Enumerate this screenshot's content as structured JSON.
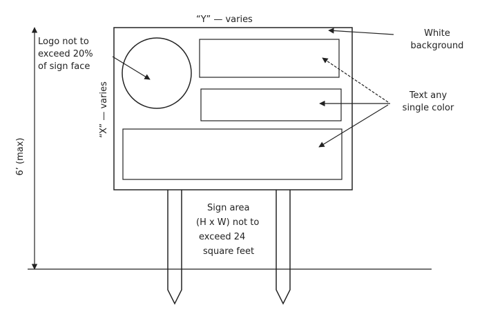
{
  "labels": {
    "y_dimension": "“Y” — varies",
    "x_dimension": "“X” — varies",
    "height_dimension": "6’ (max)",
    "logo_note": [
      "Logo not to",
      "exceed 20%",
      "of sign face"
    ],
    "background_note": [
      "White",
      "background"
    ],
    "text_color_note": [
      "Text any",
      "single color"
    ],
    "sign_area_note": [
      "Sign area",
      "(H x W) not to",
      "exceed 24",
      "square feet"
    ]
  },
  "colors": {
    "line": "#222222",
    "background": "#ffffff"
  }
}
